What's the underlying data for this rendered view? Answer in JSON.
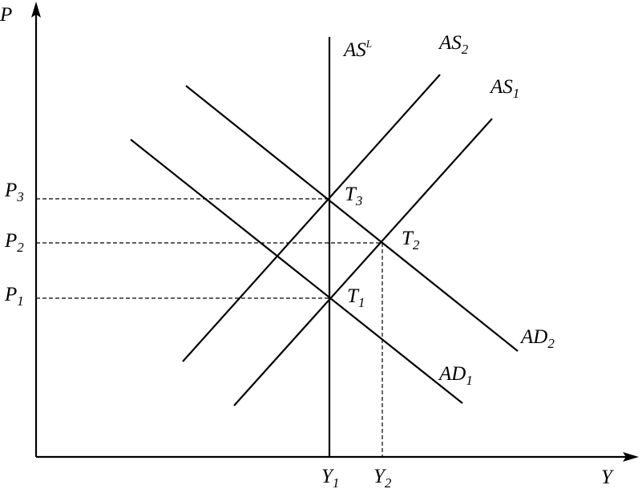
{
  "axes": {
    "y_label": "P",
    "x_label": "Y"
  },
  "curves": {
    "as_long_run": {
      "base": "AS",
      "sup": "L"
    },
    "as_2": {
      "base": "AS",
      "sub": "2"
    },
    "as_1": {
      "base": "AS",
      "sub": "1"
    },
    "ad_2": {
      "base": "AD",
      "sub": "2"
    },
    "ad_1": {
      "base": "AD",
      "sub": "1"
    }
  },
  "points": {
    "t3": {
      "base": "T",
      "sub": "3"
    },
    "t2": {
      "base": "T",
      "sub": "2"
    },
    "t1": {
      "base": "T",
      "sub": "1"
    }
  },
  "price_levels": {
    "p3": {
      "base": "P",
      "sub": "3"
    },
    "p2": {
      "base": "P",
      "sub": "2"
    },
    "p1": {
      "base": "P",
      "sub": "1"
    }
  },
  "output_levels": {
    "y1": {
      "base": "Y",
      "sub": "1"
    },
    "y2": {
      "base": "Y",
      "sub": "2"
    }
  }
}
